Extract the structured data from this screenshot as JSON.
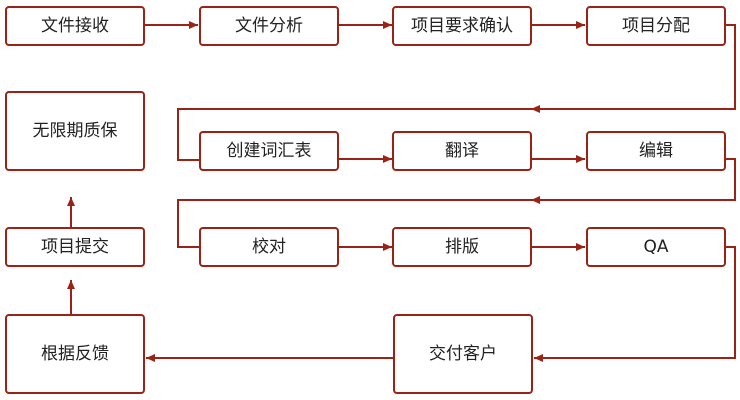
{
  "diagram": {
    "accent_color": "#9b2316",
    "nodes": [
      {
        "id": "file-receive",
        "label": "文件接收"
      },
      {
        "id": "file-analysis",
        "label": "文件分析"
      },
      {
        "id": "requirement-confirm",
        "label": "项目要求确认"
      },
      {
        "id": "project-assign",
        "label": "项目分配"
      },
      {
        "id": "glossary-create",
        "label": "创建词汇表"
      },
      {
        "id": "translate",
        "label": "翻译"
      },
      {
        "id": "edit",
        "label": "编辑"
      },
      {
        "id": "proofread",
        "label": "校对"
      },
      {
        "id": "typeset",
        "label": "排版"
      },
      {
        "id": "qa",
        "label": "QA"
      },
      {
        "id": "deliver",
        "label": "交付客户"
      },
      {
        "id": "feedback",
        "label": "根据反馈"
      },
      {
        "id": "submit",
        "label": "项目提交"
      },
      {
        "id": "warranty",
        "label": "无限期质保"
      }
    ],
    "edges": [
      [
        "file-receive",
        "file-analysis"
      ],
      [
        "file-analysis",
        "requirement-confirm"
      ],
      [
        "requirement-confirm",
        "project-assign"
      ],
      [
        "project-assign",
        "glossary-create"
      ],
      [
        "glossary-create",
        "translate"
      ],
      [
        "translate",
        "edit"
      ],
      [
        "edit",
        "proofread"
      ],
      [
        "proofread",
        "typeset"
      ],
      [
        "typeset",
        "qa"
      ],
      [
        "qa",
        "deliver"
      ],
      [
        "deliver",
        "feedback"
      ],
      [
        "feedback",
        "submit"
      ],
      [
        "submit",
        "warranty"
      ]
    ]
  }
}
